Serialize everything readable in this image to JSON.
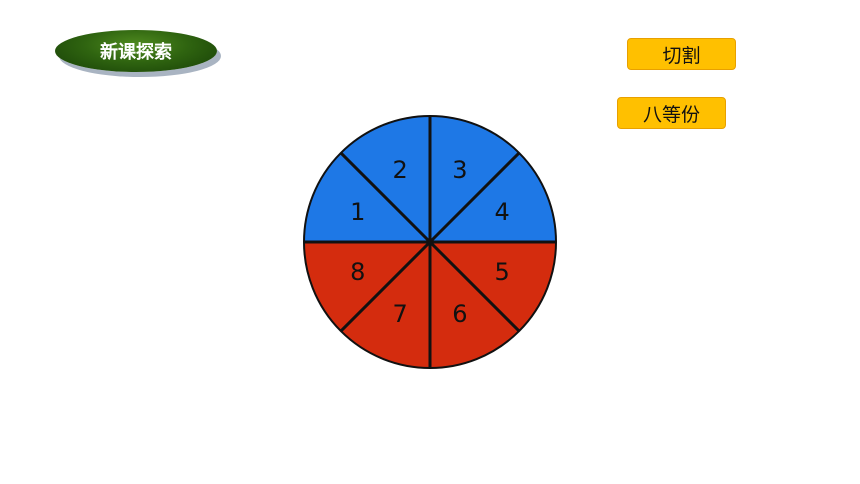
{
  "title": "新课探索",
  "buttons": {
    "cut": "切割",
    "eight_parts": "八等份"
  },
  "pie": {
    "labels": [
      "1",
      "2",
      "3",
      "4",
      "5",
      "6",
      "7",
      "8"
    ],
    "colors": {
      "top": "#1e78e6",
      "bottom": "#d42c0e",
      "line": "#111111"
    }
  }
}
